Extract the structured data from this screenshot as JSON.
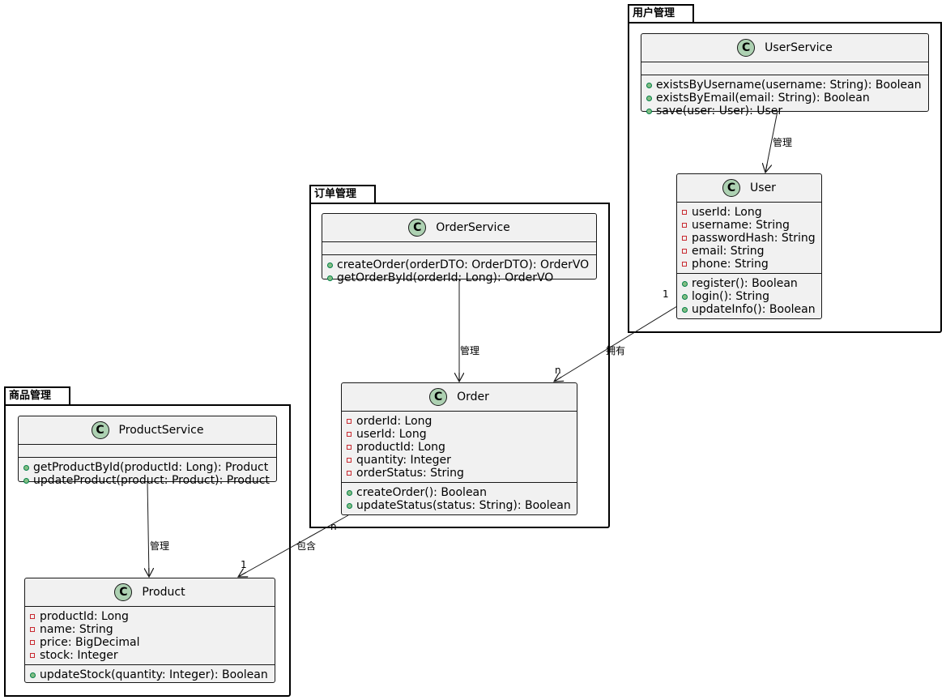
{
  "packages": {
    "user_mgmt": "用户管理",
    "order_mgmt": "订单管理",
    "product_mgmt": "商品管理"
  },
  "classes": {
    "user_service": {
      "name": "UserService",
      "methods": [
        "existsByUsername(username: String): Boolean",
        "existsByEmail(email: String): Boolean",
        "save(user: User): User"
      ]
    },
    "user": {
      "name": "User",
      "fields": [
        "userId: Long",
        "username: String",
        "passwordHash: String",
        "email: String",
        "phone: String"
      ],
      "methods": [
        "register(): Boolean",
        "login(): String",
        "updateInfo(): Boolean"
      ]
    },
    "order_service": {
      "name": "OrderService",
      "methods": [
        "createOrder(orderDTO: OrderDTO): OrderVO",
        "getOrderById(orderId: Long): OrderVO"
      ]
    },
    "order": {
      "name": "Order",
      "fields": [
        "orderId: Long",
        "userId: Long",
        "productId: Long",
        "quantity: Integer",
        "orderStatus: String"
      ],
      "methods": [
        "createOrder(): Boolean",
        "updateStatus(status: String): Boolean"
      ]
    },
    "product_service": {
      "name": "ProductService",
      "methods": [
        "getProductById(productId: Long): Product",
        "updateProduct(product: Product): Product"
      ]
    },
    "product": {
      "name": "Product",
      "fields": [
        "productId: Long",
        "name: String",
        "price: BigDecimal",
        "stock: Integer"
      ],
      "methods": [
        "updateStock(quantity: Integer): Boolean"
      ]
    }
  },
  "relations": {
    "user_service_user": "管理",
    "order_service_order": "管理",
    "product_service_product": "管理",
    "user_order": {
      "label": "拥有",
      "from_mult": "1",
      "to_mult": "n"
    },
    "order_product": {
      "label": "包含",
      "from_mult": "n",
      "to_mult": "1"
    }
  },
  "icon_letter": "C",
  "colors": {
    "class_fill": "#f1f1f1",
    "icon_fill": "#add1b2",
    "private_marker": "#c82930",
    "public_marker": "#84be84"
  }
}
